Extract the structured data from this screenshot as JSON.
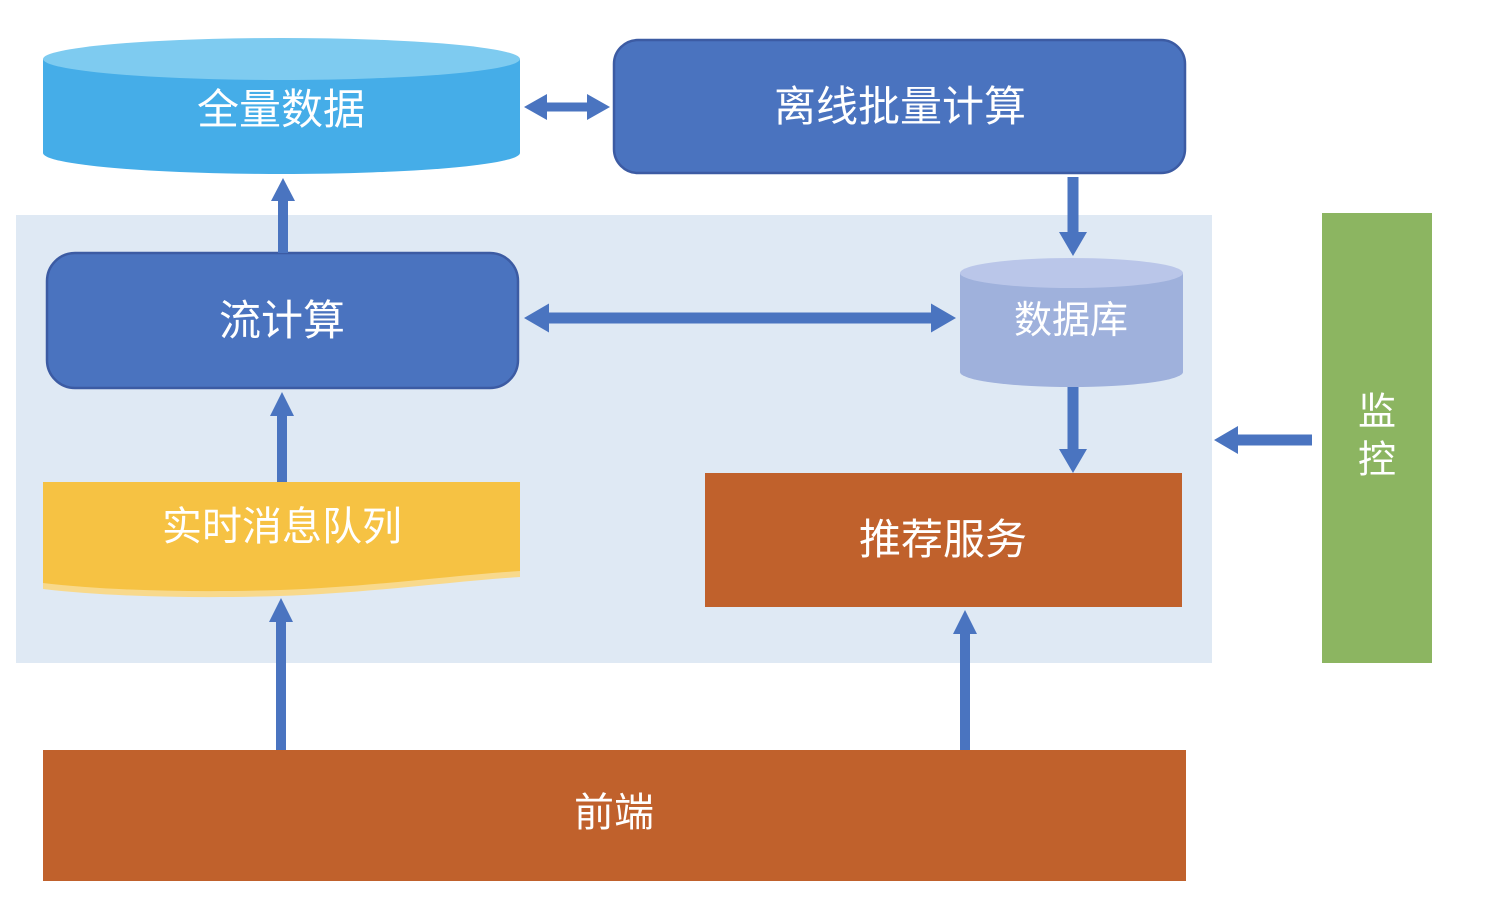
{
  "diagram": {
    "kind": "architecture-flow-diagram",
    "nodes": {
      "full_data": {
        "label": "全量数据",
        "shape": "cylinder"
      },
      "offline_batch": {
        "label": "离线批量计算",
        "shape": "rounded-rect"
      },
      "stream_compute": {
        "label": "流计算",
        "shape": "rounded-rect"
      },
      "database": {
        "label": "数据库",
        "shape": "cylinder"
      },
      "realtime_queue": {
        "label": "实时消息队列",
        "shape": "wave"
      },
      "recommend_service": {
        "label": "推荐服务",
        "shape": "rect"
      },
      "frontend": {
        "label": "前端",
        "shape": "rect"
      },
      "monitoring": {
        "label": "监控",
        "shape": "rect-vertical"
      }
    },
    "edges": [
      {
        "from": "全量数据",
        "to": "离线批量计算",
        "bidirectional": true
      },
      {
        "from": "离线批量计算",
        "to": "数据库",
        "bidirectional": false
      },
      {
        "from": "流计算",
        "to": "全量数据",
        "bidirectional": false
      },
      {
        "from": "流计算",
        "to": "数据库",
        "bidirectional": true
      },
      {
        "from": "数据库",
        "to": "推荐服务",
        "bidirectional": false
      },
      {
        "from": "实时消息队列",
        "to": "流计算",
        "bidirectional": false
      },
      {
        "from": "前端",
        "to": "实时消息队列",
        "bidirectional": false
      },
      {
        "from": "前端",
        "to": "推荐服务",
        "bidirectional": false
      },
      {
        "from": "监控",
        "to": "panel",
        "bidirectional": false
      }
    ],
    "colors": {
      "panel": "#DFE9F4",
      "cylinder_body": "#45ADE8",
      "cylinder_top": "#7ECBF0",
      "blue_box": "#4A73BF",
      "blue_border": "#3C5BA3",
      "db_body": "#9FB1DC",
      "db_top": "#BAC6E9",
      "wave": "#F6C243",
      "wave_shadow": "#F8D98C",
      "orange": "#C0612C",
      "green": "#8CB561",
      "arrow": "#4A74C0",
      "label_text": "#FFFFFF"
    }
  }
}
